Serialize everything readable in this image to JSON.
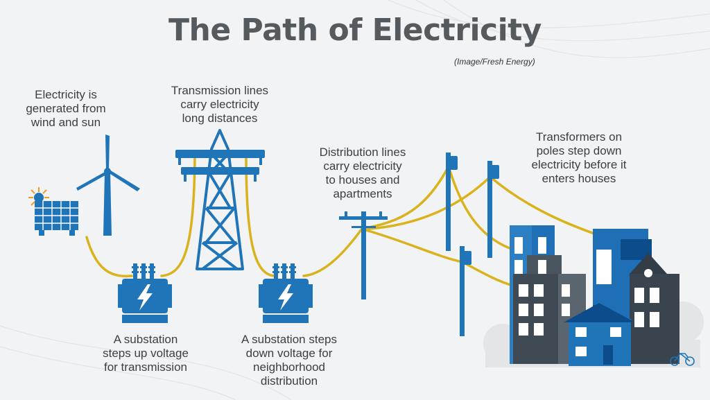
{
  "title": "The Path of Electricity",
  "credit": "(Image/Fresh Energy)",
  "colors": {
    "accent_blue": "#1f75b8",
    "dark_blue": "#0d4c8a",
    "line_gold": "#d9b21c",
    "sun_orange": "#f39a1e",
    "building_gray": "#3f4a55",
    "text": "#3a3f44"
  },
  "icons": [
    "sun-icon",
    "solar-panel-icon",
    "wind-turbine-icon",
    "transmission-tower-icon",
    "substation-icon",
    "bolt-icon",
    "utility-pole-icon",
    "pole-transformer-icon",
    "house-icon",
    "bicycle-icon"
  ],
  "steps": {
    "generation": [
      "Electricity is",
      "generated from",
      "wind and sun"
    ],
    "transmission": [
      "Transmission lines",
      "carry electricity",
      "long distances"
    ],
    "step_up": [
      "A substation",
      "steps up voltage",
      "for transmission"
    ],
    "step_down": [
      "A substation steps",
      "down voltage for",
      "neighborhood",
      "distribution"
    ],
    "distribution": [
      "Distribution lines",
      "carry electricity",
      "to houses and",
      "apartments"
    ],
    "transformers": [
      "Transformers on",
      "poles step down",
      "electricity before it",
      "enters houses"
    ]
  }
}
